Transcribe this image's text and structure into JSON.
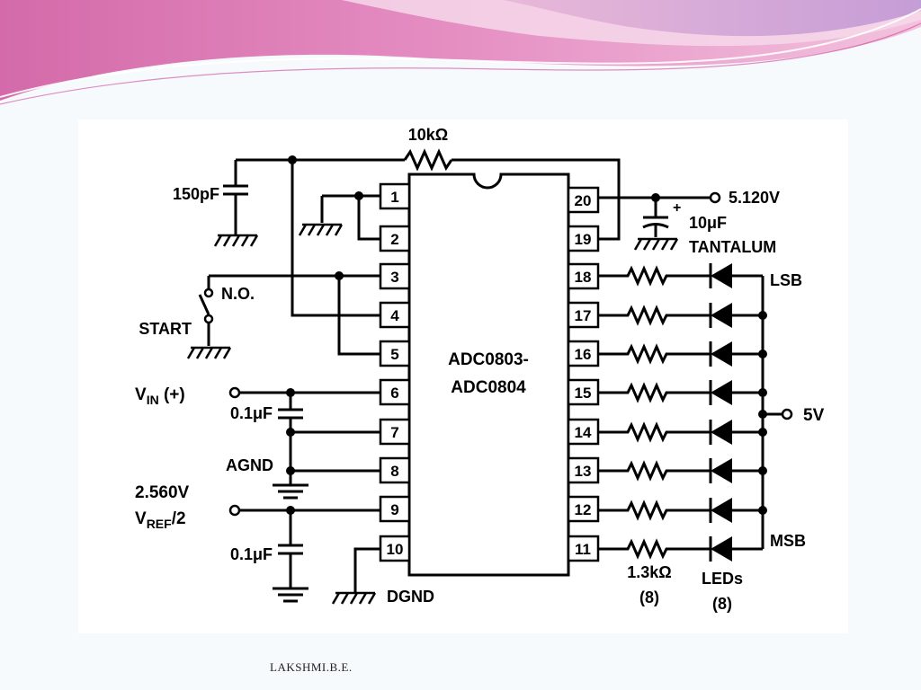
{
  "footer": {
    "author": "LAKSHMI.B.E."
  },
  "chip": {
    "line1": "ADC0803-",
    "line2": "ADC0804"
  },
  "left_pins": [
    "1",
    "2",
    "3",
    "4",
    "5",
    "6",
    "7",
    "8",
    "9",
    "10"
  ],
  "right_pins": [
    "20",
    "19",
    "18",
    "17",
    "16",
    "15",
    "14",
    "13",
    "12",
    "11"
  ],
  "labels": {
    "res_top": "10kΩ",
    "cap_clk": "150pF",
    "vref_supply": "5.120V",
    "cap_tant_value": "10μF",
    "cap_tant_type": "TANTALUM",
    "plus": "+",
    "switch_no": "N.O.",
    "switch_start": "START",
    "vin_main": "V",
    "vin_sub": "IN",
    "vin_suffix": " (+)",
    "cap_vin": "0.1μF",
    "agnd": "AGND",
    "vref_value": "2.560V",
    "vref_main": "V",
    "vref_sub": "REF",
    "vref_suffix": "/2",
    "cap_vref": "0.1μF",
    "dgnd": "DGND",
    "lsb": "LSB",
    "msb": "MSB",
    "led_supply": "5V",
    "res_led": "1.3kΩ",
    "res_count": "(8)",
    "leds": "LEDs",
    "led_count": "(8)"
  },
  "colors": {
    "banner_pink": "#e07cb8",
    "banner_light": "#f2bfdc",
    "banner_purple": "#c99ad6"
  }
}
